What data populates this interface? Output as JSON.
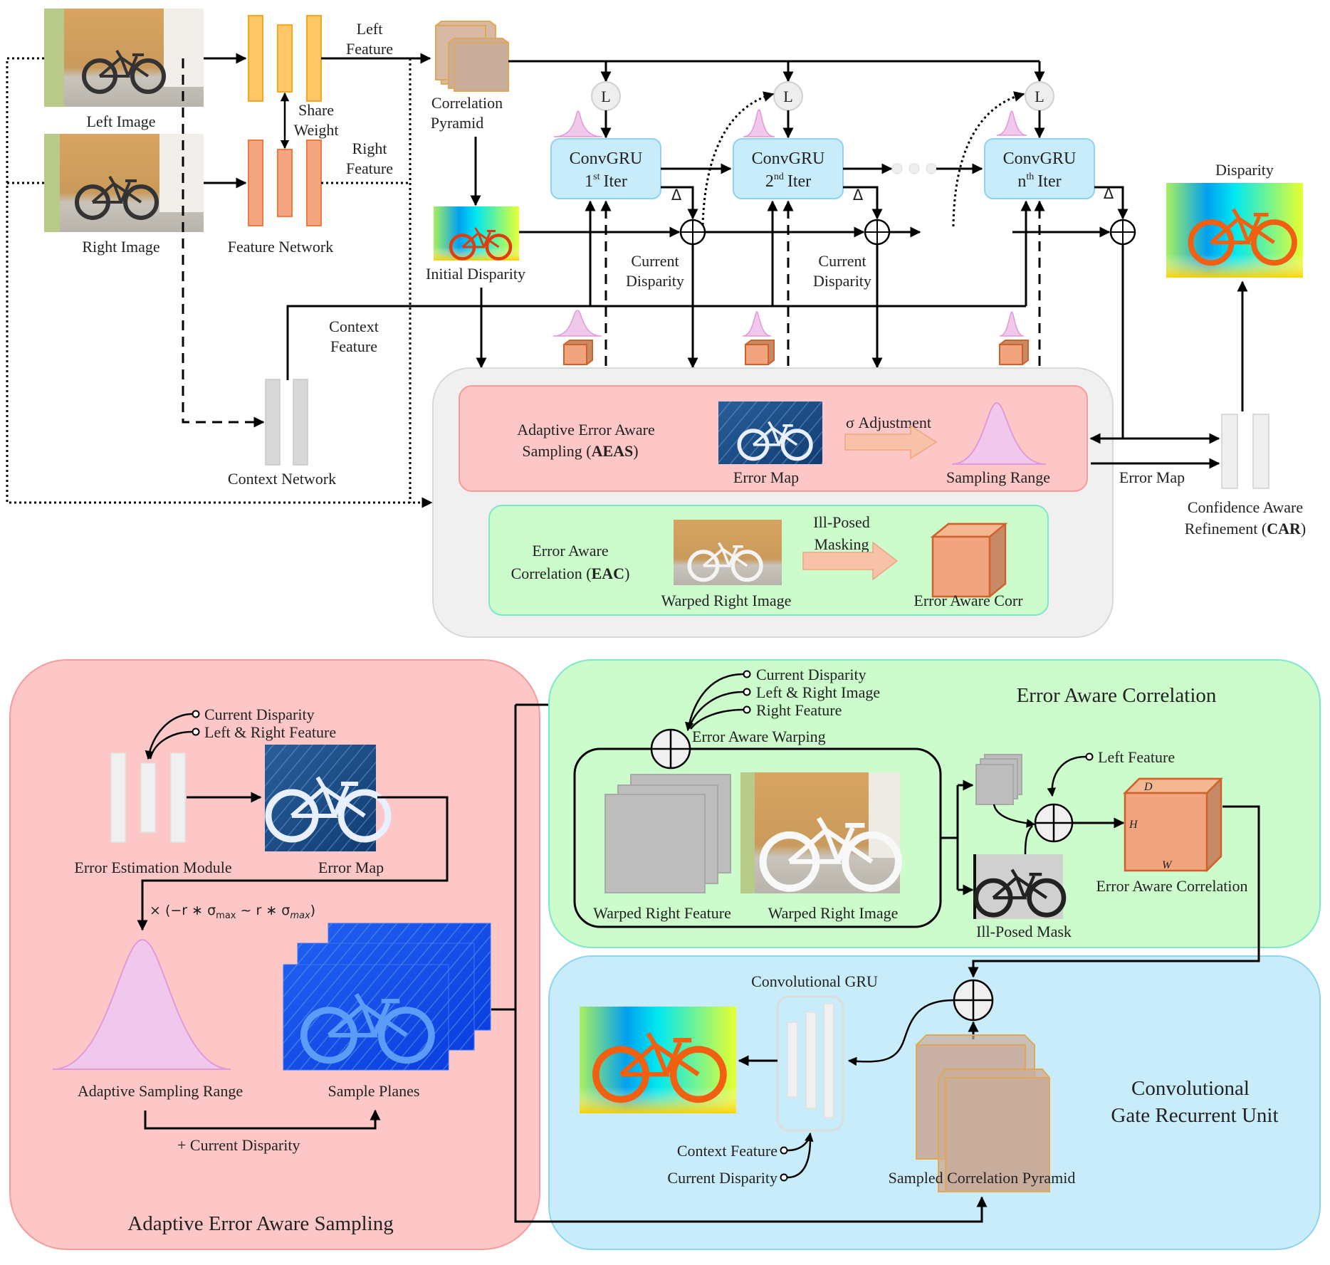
{
  "colors": {
    "feature_left": "#ffc766",
    "feature_left_border": "#f5a623",
    "feature_right": "#f4a683",
    "feature_right_border": "#f07b3f",
    "convgru_fill": "#c9ecfa",
    "convgru_border": "#8fd3f0",
    "aeas_fill": "#fdc7c7",
    "aeas_border": "#f79a9a",
    "eac_fill": "#ccfccc",
    "eac_border": "#7de8c8",
    "gru_panel_fill": "#c8ecfa",
    "gru_panel_border": "#8ed4f0",
    "gray_panel_fill": "#f0f0f0",
    "gray_panel_border": "#d8d8d8",
    "gaussian_fill": "#f0c8ec",
    "gaussian_stroke": "#e09ad8",
    "cube_fill": "#f0a57e",
    "cube_border": "#d0612a",
    "pyramid_fill": "#c9ad9c",
    "pyramid_border": "#e0a855"
  },
  "top": {
    "left_image": "Left Image",
    "right_image": "Right Image",
    "feature_network": "Feature Network",
    "share_weight": [
      "Share",
      "Weight"
    ],
    "left_feature": [
      "Left",
      "Feature"
    ],
    "right_feature": [
      "Right",
      "Feature"
    ],
    "correlation_pyramid": [
      "Correlation",
      "Pyramid"
    ],
    "initial_disparity": "Initial Disparity",
    "context_feature": [
      "Context",
      "Feature"
    ],
    "context_network": "Context Network",
    "lookup_label": "L",
    "delta_label": "Δ",
    "current_disparity": [
      "Current",
      "Disparity"
    ],
    "convgru_blocks": [
      {
        "title": "ConvGRU",
        "num": "1",
        "sup": "st",
        "suffix": "Iter"
      },
      {
        "title": "ConvGRU",
        "num": "2",
        "sup": "nd",
        "suffix": "Iter"
      },
      {
        "title": "ConvGRU",
        "num": "n",
        "sup": "th",
        "suffix": "Iter"
      }
    ],
    "disparity": "Disparity",
    "error_map_arrow": "Error Map",
    "car": {
      "line1": "Confidence Aware",
      "line2_prefix": "Refinement (",
      "line2_bold": "CAR",
      "line2_suffix": ")"
    },
    "aeas": {
      "line1": "Adaptive Error Aware",
      "line2_prefix": "Sampling (",
      "line2_bold": "AEAS",
      "line2_suffix": ")",
      "error_map": "Error Map",
      "sigma_adjustment": "σ Adjustment",
      "sampling_range": "Sampling Range"
    },
    "eac": {
      "line1": "Error Aware",
      "line2_prefix": "Correlation (",
      "line2_bold": "EAC",
      "line2_suffix": ")",
      "warped_right_image": "Warped Right Image",
      "ill_posed_masking": [
        "Ill-Posed",
        "Masking"
      ],
      "error_aware_corr": "Error Aware Corr"
    }
  },
  "bottom_aeas": {
    "title": "Adaptive Error Aware Sampling",
    "inputs": [
      "Current Disparity",
      "Left & Right Feature"
    ],
    "error_estimation_module": "Error Estimation Module",
    "error_map": "Error Map",
    "formula": "× (−r ∗ σ",
    "formula_sub1": "max",
    "formula_mid": " ~ r ∗ σ",
    "formula_sub2": "max",
    "formula_end": ")",
    "adaptive_sampling_range": "Adaptive Sampling Range",
    "sample_planes": "Sample Planes",
    "plus_current_disparity": "+ Current Disparity"
  },
  "bottom_eac": {
    "title": "Error Aware Correlation",
    "inputs": [
      "Current Disparity",
      "Left & Right Image",
      "Right Feature"
    ],
    "error_aware_warping": "Error Aware Warping",
    "warped_right_feature": "Warped Right Feature",
    "warped_right_image": "Warped Right Image",
    "left_feature": "Left Feature",
    "ill_posed_mask": "Ill-Posed Mask",
    "error_aware_correlation": "Error Aware Correlation",
    "dims": {
      "d": "D",
      "h": "H",
      "w": "W"
    }
  },
  "bottom_gru": {
    "title": [
      "Convolutional",
      "Gate Recurrent Unit"
    ],
    "convolutional_gru": "Convolutional GRU",
    "context_feature": "Context Feature",
    "current_disparity": "Current Disparity",
    "sampled_correlation_pyramid": "Sampled Correlation Pyramid"
  }
}
